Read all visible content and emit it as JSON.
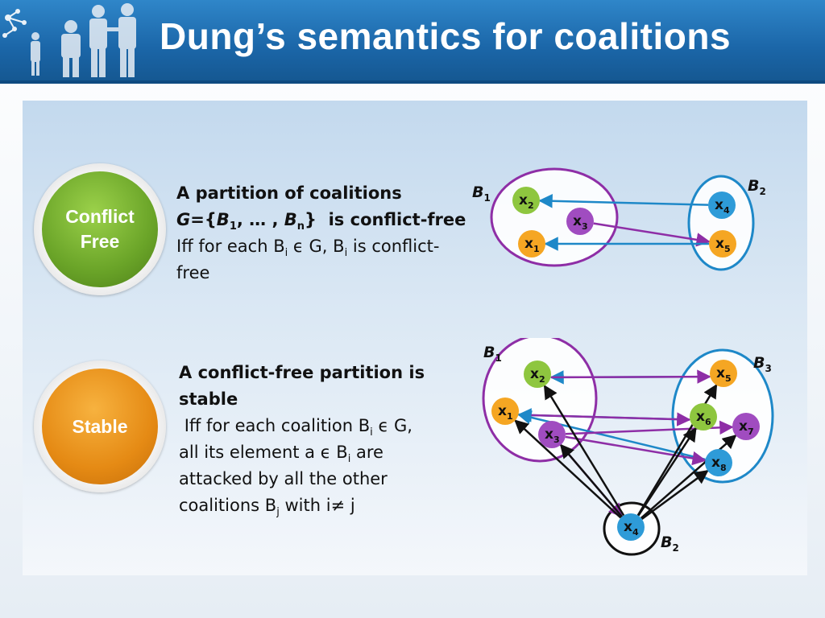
{
  "slide": {
    "title": "Dung’s semantics for coalitions"
  },
  "sections": [
    {
      "badge": [
        "Conflict",
        "Free"
      ],
      "heading": "A partition of coalitions",
      "g": "G",
      "eq": "={",
      "b": "B",
      "sub1": "1",
      "dots": ", … , ",
      "subn": "n",
      "close": "}",
      "cf": "is conflict-free",
      "iff_pre": "Iff for each B",
      "iff_sub1": "i",
      "iff_mid": " ϵ G, B",
      "iff_sub2": "i",
      "iff_post": " is conflict-",
      "iff_end": "free"
    },
    {
      "badge": [
        "Stable"
      ],
      "heading1": "A conflict-free partition is",
      "heading2": "stable",
      "l1_pre": "Iff for each coalition B",
      "l1_sub": "i",
      "l1_post": " ϵ G,",
      "l2_pre": "all its element  a ϵ B",
      "l2_sub": "i",
      "l2_post": " are",
      "l3": "attacked by all the other",
      "l4_pre": "coalitions B",
      "l4_sub": "j",
      "l4_post": " with i≠ j"
    }
  ],
  "diagram1": {
    "coalitions": [
      {
        "id": "B1",
        "label": "B",
        "sub": "1",
        "color": "#8e2ea6"
      },
      {
        "id": "B2",
        "label": "B",
        "sub": "2",
        "color": "#1e88c8"
      }
    ],
    "nodes": [
      {
        "id": "x2",
        "label": "x",
        "sub": "2",
        "color": "#8ec63f"
      },
      {
        "id": "x3",
        "label": "x",
        "sub": "3",
        "color": "#a04cc0"
      },
      {
        "id": "x1",
        "label": "x",
        "sub": "1",
        "color": "#f5a623"
      },
      {
        "id": "x4",
        "label": "x",
        "sub": "4",
        "color": "#2e9bd8"
      },
      {
        "id": "x5",
        "label": "x",
        "sub": "5",
        "color": "#f5a623"
      }
    ],
    "attacks": [
      {
        "from": "x4",
        "to": "x2",
        "color": "#1e88c8"
      },
      {
        "from": "x3",
        "to": "x5",
        "color": "#8e2ea6"
      },
      {
        "from": "x5",
        "to": "x1",
        "color": "#1e88c8"
      }
    ]
  },
  "diagram2": {
    "coalitions": [
      {
        "id": "B1",
        "label": "B",
        "sub": "1",
        "color": "#8e2ea6"
      },
      {
        "id": "B3",
        "label": "B",
        "sub": "3",
        "color": "#1e88c8"
      },
      {
        "id": "B2",
        "label": "B",
        "sub": "2",
        "color": "#111111"
      }
    ],
    "nodes": [
      {
        "id": "x2",
        "label": "x",
        "sub": "2",
        "color": "#8ec63f"
      },
      {
        "id": "x1",
        "label": "x",
        "sub": "1",
        "color": "#f5a623"
      },
      {
        "id": "x3",
        "label": "x",
        "sub": "3",
        "color": "#a04cc0"
      },
      {
        "id": "x5",
        "label": "x",
        "sub": "5",
        "color": "#f5a623"
      },
      {
        "id": "x6",
        "label": "x",
        "sub": "6",
        "color": "#8ec63f"
      },
      {
        "id": "x7",
        "label": "x",
        "sub": "7",
        "color": "#a04cc0"
      },
      {
        "id": "x8",
        "label": "x",
        "sub": "8",
        "color": "#2e9bd8"
      },
      {
        "id": "x4",
        "label": "x",
        "sub": "4",
        "color": "#2e9bd8"
      }
    ],
    "attacks": [
      {
        "from": "x5",
        "to": "x2",
        "color": "#1e88c8"
      },
      {
        "from": "x2",
        "to": "x5",
        "color": "#8e2ea6"
      },
      {
        "from": "x6",
        "to": "x1",
        "color": "#1e88c8"
      },
      {
        "from": "x1",
        "to": "x6",
        "color": "#8e2ea6"
      },
      {
        "from": "x8",
        "to": "x1",
        "color": "#1e88c8"
      },
      {
        "from": "x3",
        "to": "x7",
        "color": "#8e2ea6"
      },
      {
        "from": "x3",
        "to": "x8",
        "color": "#8e2ea6"
      },
      {
        "from": "x3",
        "to": "x4",
        "color": "#8e2ea6"
      },
      {
        "from": "x4",
        "to": "x1",
        "color": "#111111"
      },
      {
        "from": "x4",
        "to": "x2",
        "color": "#111111"
      },
      {
        "from": "x4",
        "to": "x3",
        "color": "#111111"
      },
      {
        "from": "x4",
        "to": "x5",
        "color": "#111111"
      },
      {
        "from": "x4",
        "to": "x6",
        "color": "#111111"
      },
      {
        "from": "x4",
        "to": "x7",
        "color": "#111111"
      },
      {
        "from": "x4",
        "to": "x8",
        "color": "#111111"
      }
    ]
  }
}
